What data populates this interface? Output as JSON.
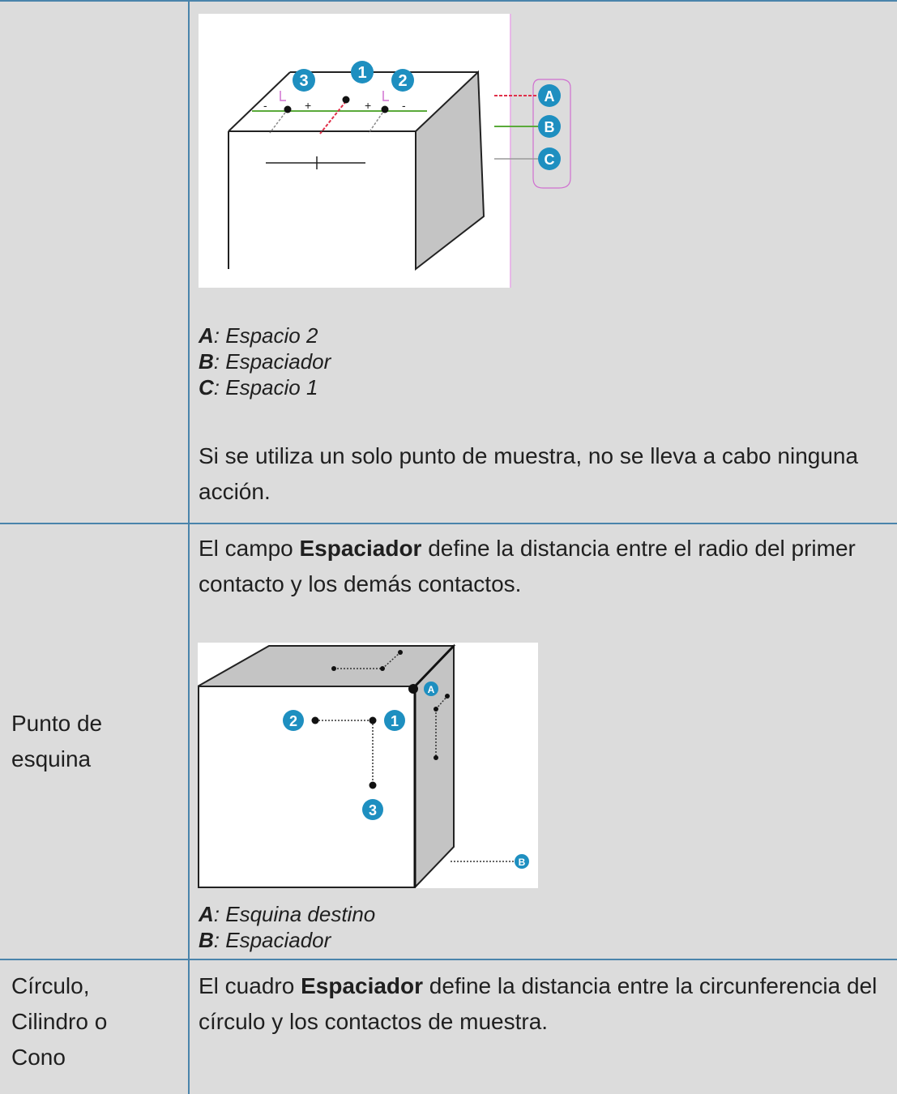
{
  "rows": [
    {
      "label": "",
      "figure": {
        "callouts": [
          "A",
          "B",
          "C"
        ],
        "points": [
          "1",
          "2",
          "3"
        ],
        "signs": [
          "-",
          "+",
          "+",
          "-"
        ]
      },
      "legend": [
        {
          "key": "A",
          "text": ": Espacio 2"
        },
        {
          "key": "B",
          "text": ": Espaciador"
        },
        {
          "key": "C",
          "text": ": Espacio 1"
        }
      ],
      "paragraph": "Si se utiliza un solo punto de muestra, no se lleva a cabo ninguna acción."
    },
    {
      "label_line1": "Punto de",
      "label_line2": "esquina",
      "para_pre": "El campo ",
      "para_bold": "Espaciador",
      "para_post": " define la distancia entre el radio del primer contacto y los demás contactos.",
      "figure": {
        "callouts": [
          "A",
          "B"
        ],
        "points": [
          "1",
          "2",
          "3"
        ]
      },
      "legend": [
        {
          "key": "A",
          "text": ": Esquina destino"
        },
        {
          "key": "B",
          "text": ": Espaciador"
        }
      ]
    },
    {
      "label_line1": "Círculo,",
      "label_line2": "Cilindro o",
      "label_line3": "Cono",
      "para_pre": "El cuadro ",
      "para_bold": "Espaciador",
      "para_post": " define la distancia entre la circunferencia del círculo y los contactos de muestra."
    }
  ],
  "colors": {
    "border": "#4a84ab",
    "cell_bg": "#dcdcdc",
    "badge": "#1e8fc0",
    "red_line": "#e0304a",
    "green_line": "#5aaa3a",
    "magenta_frame": "#d070d0"
  }
}
